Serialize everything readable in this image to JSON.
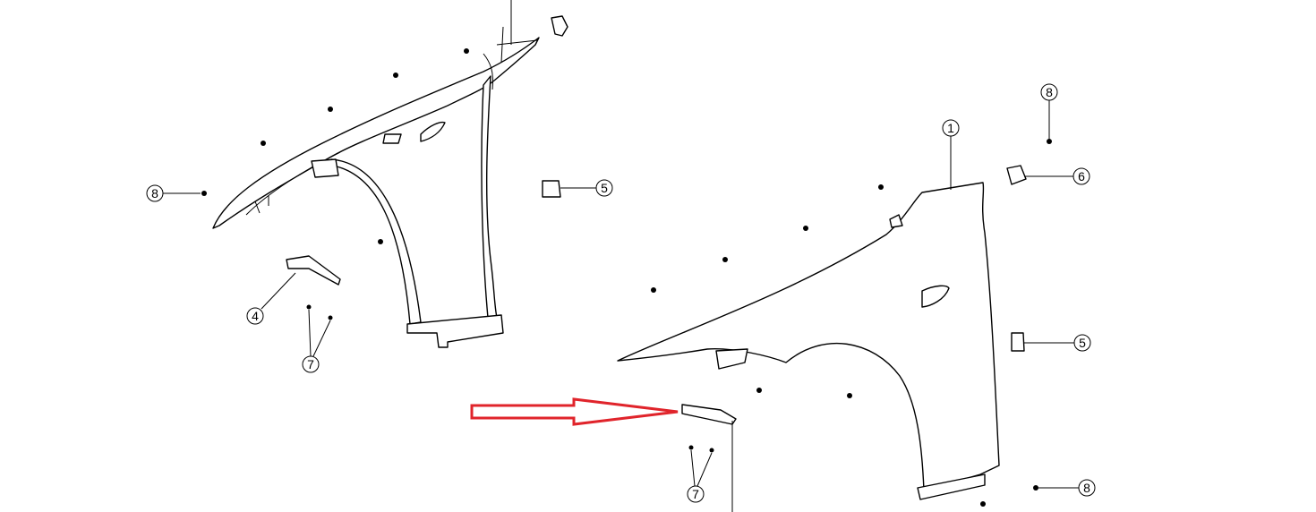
{
  "callouts": {
    "left_8": "8",
    "left_5": "5",
    "left_4": "4",
    "left_7": "7",
    "right_1": "1",
    "right_8_top": "8",
    "right_6": "6",
    "right_5": "5",
    "right_7": "7",
    "right_8_bottom": "8"
  },
  "colors": {
    "arrow": "#e0242b",
    "line": "#000000"
  }
}
